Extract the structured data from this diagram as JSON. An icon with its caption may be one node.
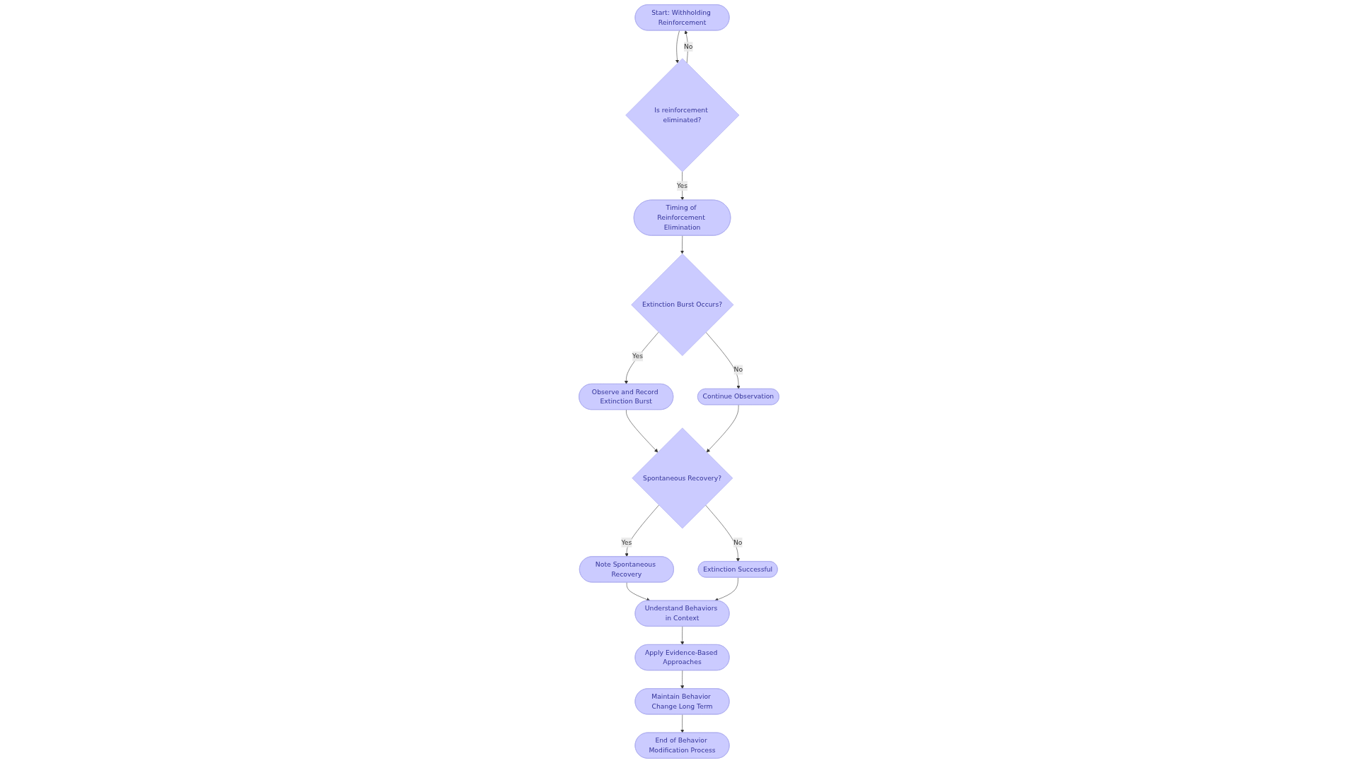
{
  "diagram": {
    "nodes": [
      {
        "text": [
          "Start: Withholding Reinforcement"
        ]
      },
      {
        "text": [
          "Is reinforcement eliminated?"
        ]
      },
      {
        "text": [
          "Timing of Reinforcement Elimination"
        ]
      },
      {
        "text": [
          "Extinction Burst Occurs?"
        ]
      },
      {
        "text": [
          "Observe and Record Extinction Burst"
        ]
      },
      {
        "text": [
          "Continue Observation"
        ]
      },
      {
        "text": [
          "Spontaneous Recovery?"
        ]
      },
      {
        "text": [
          "Note Spontaneous Recovery"
        ]
      },
      {
        "text": [
          "Extinction Successful"
        ]
      },
      {
        "text": [
          "Understand Behaviors in Context"
        ]
      },
      {
        "text": [
          "Apply Evidence-Based Approaches"
        ]
      },
      {
        "text": [
          "Maintain Behavior Change Long Term"
        ]
      },
      {
        "text": [
          "End of Behavior Modification Process"
        ]
      }
    ],
    "edges": [
      {
        "from": 0,
        "to": 1,
        "arrow": "to"
      },
      {
        "from": 1,
        "to": 0,
        "arrow": "to",
        "label": "No"
      },
      {
        "from": 1,
        "to": 2,
        "arrow": "to",
        "label": "Yes"
      },
      {
        "from": 2,
        "to": 3,
        "arrow": "to"
      },
      {
        "from": 3,
        "to": 4,
        "arrow": "to",
        "label": "Yes"
      },
      {
        "from": 3,
        "to": 5,
        "arrow": "to",
        "label": "No"
      },
      {
        "from": 4,
        "to": 6,
        "arrow": "to"
      },
      {
        "from": 5,
        "to": 6,
        "arrow": "to"
      },
      {
        "from": 6,
        "to": 7,
        "arrow": "to",
        "label": "Yes"
      },
      {
        "from": 6,
        "to": 8,
        "arrow": "to",
        "label": "No"
      },
      {
        "from": 7,
        "to": 9,
        "arrow": "to"
      },
      {
        "from": 8,
        "to": 9,
        "arrow": "to"
      },
      {
        "from": 9,
        "to": 10,
        "arrow": "to"
      },
      {
        "from": 10,
        "to": 11,
        "arrow": "to"
      },
      {
        "from": 11,
        "to": 12,
        "arrow": "to"
      }
    ]
  }
}
